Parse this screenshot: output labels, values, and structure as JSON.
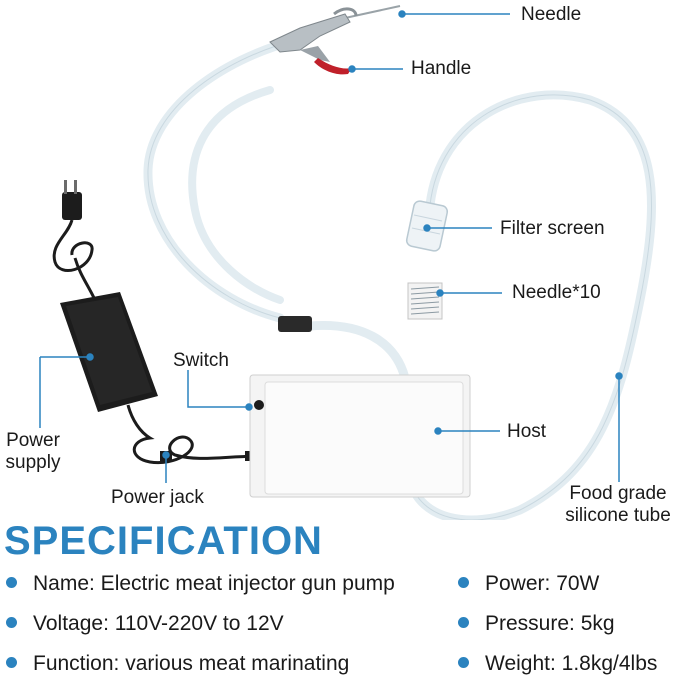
{
  "callouts": {
    "needle": "Needle",
    "handle": "Handle",
    "filter_screen": "Filter screen",
    "needle_x10": "Needle*10",
    "switch": "Switch",
    "host": "Host",
    "power_supply_line1": "Power",
    "power_supply_line2": "supply",
    "power_jack": "Power jack",
    "tube_line1": "Food grade",
    "tube_line2": "silicone tube"
  },
  "specification": {
    "title": "SPECIFICATION",
    "left": [
      "Name: Electric meat injector gun pump",
      "Voltage: 110V-220V to 12V",
      "Function: various meat marinating"
    ],
    "right": [
      "Power: 70W",
      "Pressure: 5kg",
      "Weight: 1.8kg/4lbs"
    ]
  },
  "colors": {
    "accent": "#2b83bf",
    "handle_red": "#c0202a",
    "adapter_black": "#1c1c1c",
    "tube": "#e2ecf1"
  }
}
